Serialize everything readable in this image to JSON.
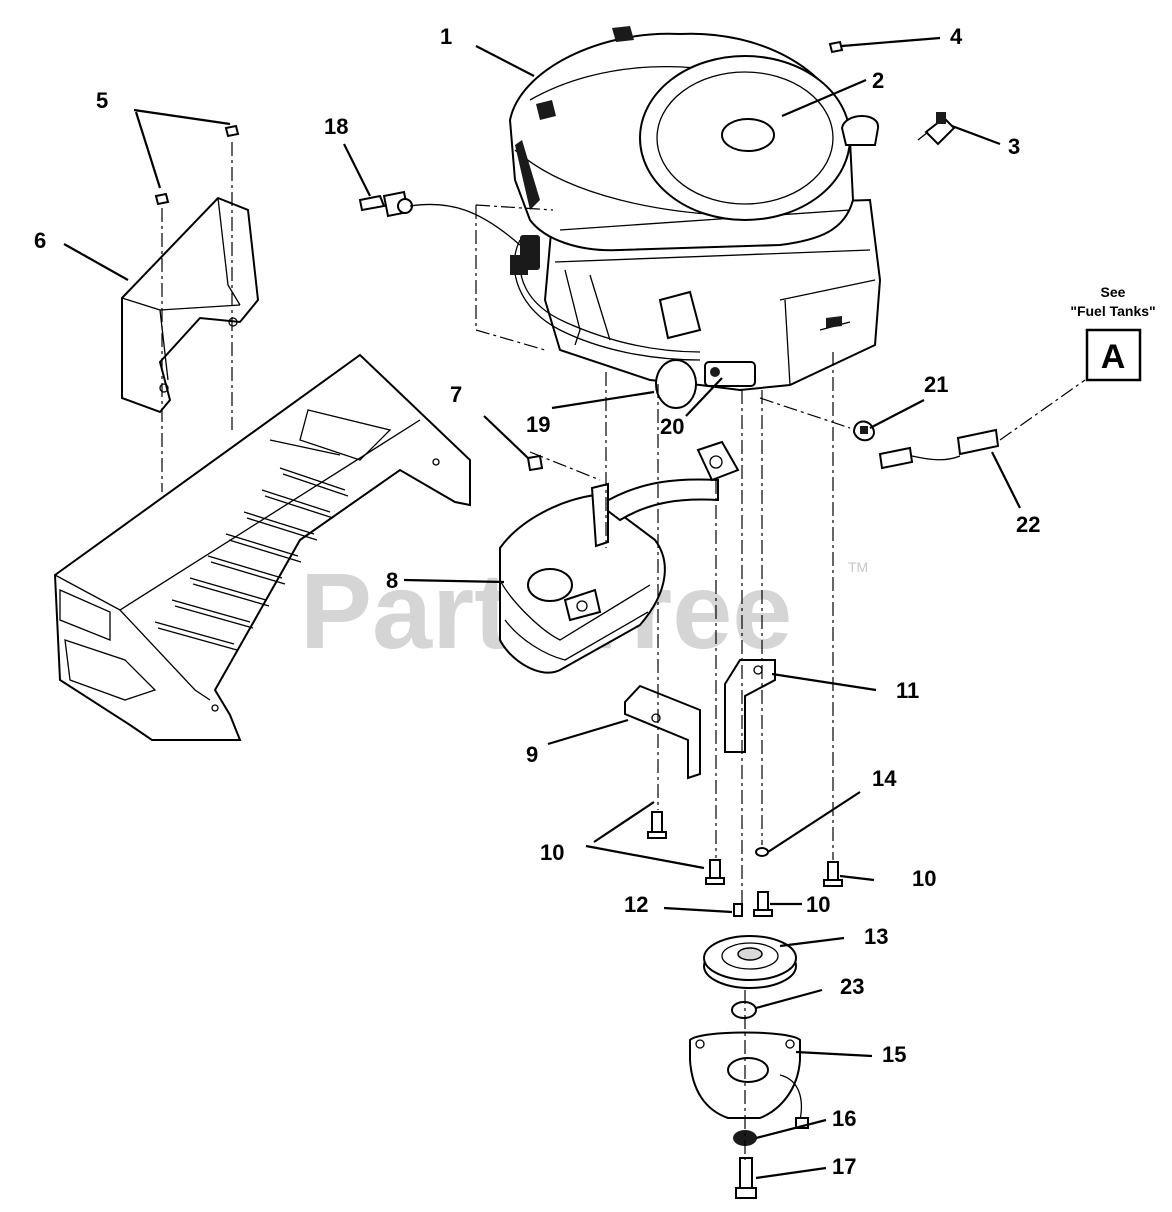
{
  "watermark": {
    "text": "PartsTree",
    "trademark": "TM"
  },
  "reference": {
    "see_text": "See",
    "target_text": "\"Fuel Tanks\"",
    "letter": "A"
  },
  "callouts": {
    "c1": "1",
    "c2": "2",
    "c3": "3",
    "c4": "4",
    "c5": "5",
    "c6": "6",
    "c7": "7",
    "c8": "8",
    "c9": "9",
    "c10a": "10",
    "c10b": "10",
    "c10c": "10",
    "c11": "11",
    "c12": "12",
    "c13": "13",
    "c14": "14",
    "c15": "15",
    "c16": "16",
    "c17": "17",
    "c18": "18",
    "c19": "19",
    "c20": "20",
    "c21": "21",
    "c22": "22",
    "c23": "23"
  }
}
